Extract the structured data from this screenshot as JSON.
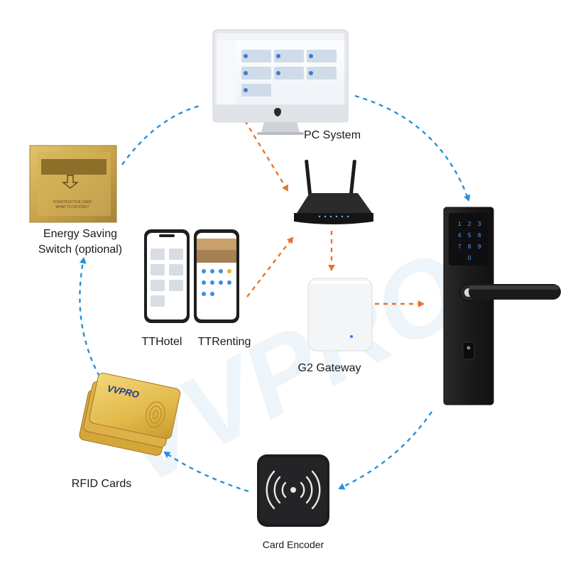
{
  "watermark": "VVPRO",
  "nodes": {
    "pc": {
      "label": "PC System",
      "icon": "imac-computer-icon"
    },
    "router": {
      "icon": "wifi-router-icon"
    },
    "lock": {
      "icon": "smart-door-lock-icon"
    },
    "energy": {
      "label_line1": "Energy Saving",
      "label_line2": "Switch (optional)",
      "icon": "energy-saving-switch-icon",
      "panel_text_line1": "CONSTRUCTIVE CARD",
      "panel_text_line2": "WHAT TO DO FIRST"
    },
    "apps": {
      "label_hotel": "TTHotel",
      "label_renting": "TTRenting",
      "icon": "smartphone-app-icon"
    },
    "gateway": {
      "label": "G2 Gateway",
      "icon": "gateway-box-icon"
    },
    "cards": {
      "label": "RFID Cards",
      "brand": "VVPRO",
      "icon": "rfid-card-stack-icon"
    },
    "encoder": {
      "label": "Card Encoder",
      "icon": "card-encoder-icon"
    }
  },
  "colors": {
    "cycle_arrow": "#2b8fd6",
    "data_arrow": "#e8742a",
    "gold": "#c9a449",
    "lock_body": "#1b1b1b"
  }
}
